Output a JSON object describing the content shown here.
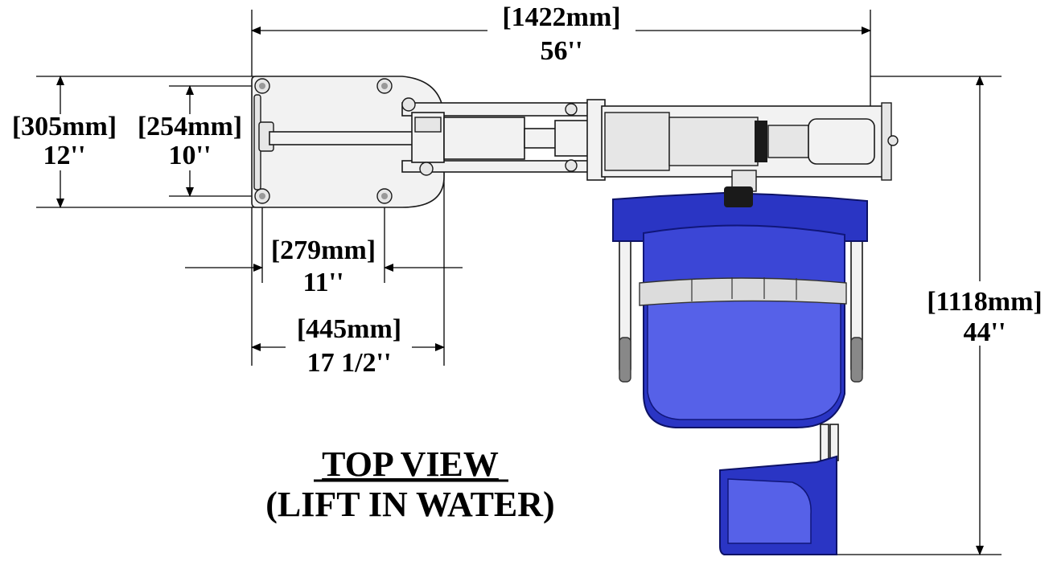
{
  "title": {
    "line1": "TOP VIEW",
    "line2": "(LIFT IN WATER)"
  },
  "dimensions": {
    "overall_length": {
      "metric": "[1422mm]",
      "imperial": "56''"
    },
    "base_width": {
      "metric": "[305mm]",
      "imperial": "12''"
    },
    "bolt_width": {
      "metric": "[254mm]",
      "imperial": "10''"
    },
    "bolt_spacing": {
      "metric": "[279mm]",
      "imperial": "11''"
    },
    "base_length": {
      "metric": "[445mm]",
      "imperial": "17 1/2''"
    },
    "overall_depth": {
      "metric": "[1118mm]",
      "imperial": "44''"
    }
  },
  "colors": {
    "seat_blue": "#3b46d6",
    "seat_dark": "#10167a",
    "metal": "#f2f2f2",
    "line": "#000000"
  }
}
